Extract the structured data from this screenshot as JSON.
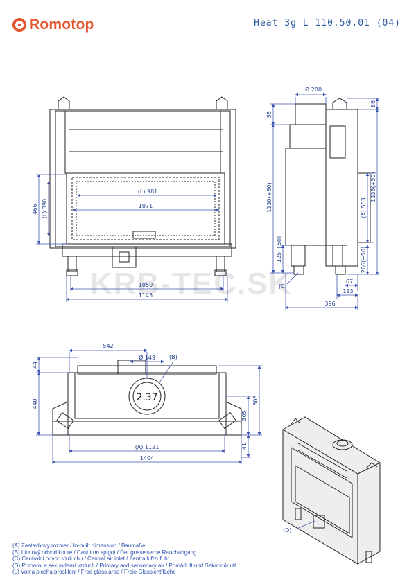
{
  "header": {
    "brand": "Romotop",
    "model": "Heat 3g L 110.50.01 (04)"
  },
  "watermark": "KRB-TEC.SK",
  "front_view": {
    "dims": {
      "l981": "(L) 981",
      "w1071": "1071",
      "w1050": "1050",
      "w1145": "1145",
      "h466": "466",
      "l390": "(L) 390"
    }
  },
  "side_view": {
    "dims": {
      "d200": "Ø 200",
      "h55": "55",
      "h1130": "1130(+50)",
      "h125": "125(+50)",
      "c": "(C)",
      "h86": "86",
      "h1335": "1335(+50)",
      "a503": "(A) 503",
      "h266": "266(+50)",
      "w67": "67",
      "w113": "113",
      "w396": "396"
    }
  },
  "top_view": {
    "dims": {
      "w542": "542",
      "d149": "Ø 149",
      "b": "(B)",
      "h44": "44",
      "h440": "440",
      "h508": "508",
      "h305": "305",
      "h41": "41",
      "a1121": "(A) 1121",
      "w1404": "1404",
      "num": "2.37"
    }
  },
  "iso_view": {
    "d": "(D)"
  },
  "legend": [
    "(A)  Zastavbovy rozmer / In-built dimension / Baumaße",
    "(B)  Litinový odvod koure / Cast iron spigot / Der gusseiserne Rauchabgang",
    "(C)  Centralni privod vzduchu / Central air inlet / Zentralluftzufuhr",
    "(D)  Primarni a sekundarni vzduch / Primary and secondary air / Primärluft und Sekundärluft",
    "(L)  Volna plocha proskleni / Free glass area / Freie Glassichtfläche"
  ]
}
